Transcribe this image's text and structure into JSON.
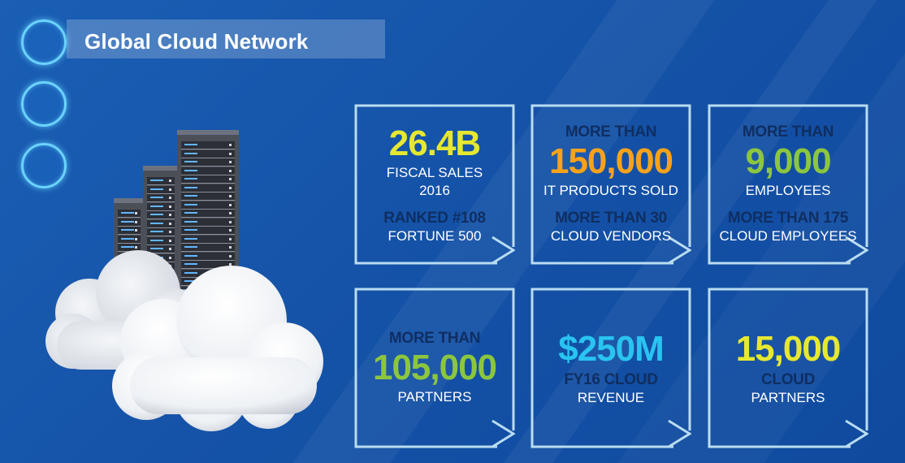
{
  "header": {
    "title": "Global Cloud Network"
  },
  "colors": {
    "yellow": "#e6e830",
    "orange": "#f7a21b",
    "green": "#8cc63f",
    "cyan": "#29c4f0"
  },
  "cards": [
    {
      "prefix": "",
      "value": "26.4B",
      "label": "FISCAL SALES",
      "label2": "2016",
      "sub_head": "RANKED #108",
      "sub_label": "FORTUNE 500",
      "color": "#e6e830"
    },
    {
      "prefix": "MORE THAN",
      "value": "150,000",
      "label": "IT PRODUCTS SOLD",
      "label2": "",
      "sub_head": "MORE THAN 30",
      "sub_label": "CLOUD VENDORS",
      "color": "#f7a21b"
    },
    {
      "prefix": "MORE THAN",
      "value": "9,000",
      "label": "EMPLOYEES",
      "label2": "",
      "sub_head": "MORE THAN 175",
      "sub_label": "CLOUD EMPLOYEES",
      "color": "#8cc63f"
    },
    {
      "prefix": "MORE THAN",
      "value": "105,000",
      "label": "PARTNERS",
      "label2": "",
      "sub_head": "",
      "sub_label": "",
      "color": "#8cc63f"
    },
    {
      "prefix": "",
      "value": "$250M",
      "label": "",
      "label2": "",
      "sub_head": "FY16 CLOUD",
      "sub_label": "REVENUE",
      "color": "#29c4f0"
    },
    {
      "prefix": "",
      "value": "15,000",
      "label": "",
      "label2": "",
      "sub_head": "CLOUD",
      "sub_label": "PARTNERS",
      "color": "#e6e830"
    }
  ],
  "icons": {
    "rings": [
      "ring-icon",
      "ring-icon",
      "ring-icon"
    ],
    "servers": "server-rack-icon",
    "cloud": "cloud-icon",
    "arrow": "arrow-right-icon"
  }
}
